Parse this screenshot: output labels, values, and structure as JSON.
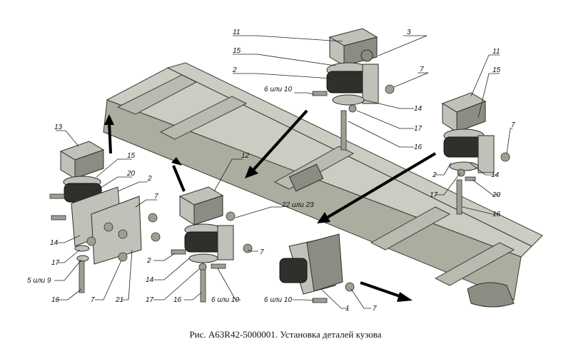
{
  "caption": "Рис. A63R42-5000001. Установка деталей кузова",
  "labels": [
    "11",
    "3",
    "15",
    "2",
    "7",
    "6 или 10",
    "14",
    "17",
    "16",
    "11",
    "15",
    "7",
    "13",
    "15",
    "20",
    "2",
    "7",
    "12",
    "2",
    "14",
    "17",
    "20",
    "16",
    "22 или 23",
    "14",
    "17",
    "5 или 9",
    "16",
    "7",
    "21",
    "2",
    "7",
    "14",
    "17",
    "16",
    "6 или 10",
    "6 или 10",
    "1",
    "7"
  ]
}
